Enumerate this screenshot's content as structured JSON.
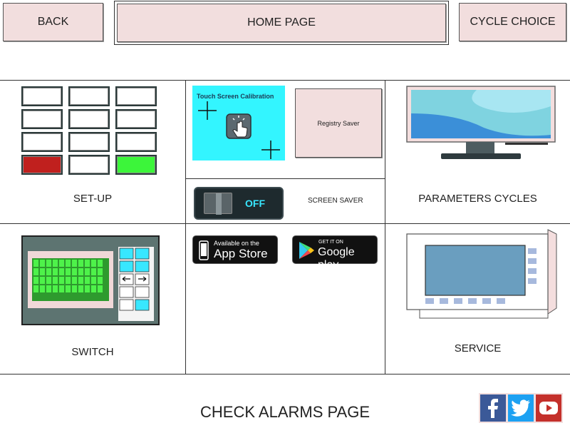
{
  "top_bar": {
    "back_label": "BACK",
    "home_label": "HOME PAGE",
    "cycle_label": "CYCLE CHOICE"
  },
  "tiles": {
    "setup_label": "SET-UP",
    "touch_calibration_title": "Touch Screen Calibration",
    "registry_saver_label": "Registry Saver",
    "toggle_state": "OFF",
    "screen_saver_label": "SCREEN SAVER",
    "parameters_label": "PARAMETERS CYCLES",
    "switch_label": "SWITCH",
    "service_label": "SERVICE",
    "app_store_small": "Available on the",
    "app_store_big": "App Store",
    "google_small": "GET IT ON",
    "google_big": "Google play"
  },
  "footer": {
    "alarms_label": "CHECK ALARMS PAGE"
  },
  "social": [
    "facebook-icon",
    "twitter-icon",
    "youtube-icon"
  ],
  "colors": {
    "button_bg": "#f2dede",
    "red_cell": "#c0201e",
    "green_cell": "#3cf53a",
    "calibration_bg": "#33f5ff",
    "facebook": "#3b5998",
    "twitter": "#1da1f2",
    "youtube": "#c4302b"
  }
}
